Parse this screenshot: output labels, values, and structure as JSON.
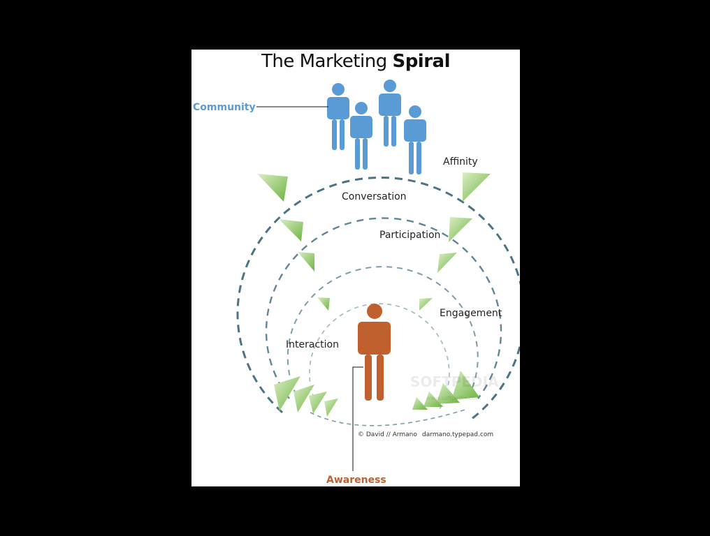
{
  "title": {
    "regular": "The Marketing ",
    "bold": "Spiral"
  },
  "labels": {
    "community": "Community",
    "awareness": "Awareness",
    "affinity": "Affinity",
    "conversation": "Conversation",
    "participation": "Participation",
    "engagement": "Engagement",
    "interaction": "Interaction"
  },
  "credit": {
    "author": "© David // Armano",
    "site": "darmano.typepad.com"
  },
  "watermark": {
    "brand": "SOFTPEDIA",
    "url": "www.softpedia.com"
  },
  "colors": {
    "community": "#5b9bd5",
    "awareness": "#c0602e",
    "ring": "#4a7385",
    "arrow": "#8bc34a",
    "text": "#222222"
  },
  "stages": [
    "Community",
    "Affinity",
    "Conversation",
    "Participation",
    "Engagement",
    "Interaction",
    "Awareness"
  ]
}
